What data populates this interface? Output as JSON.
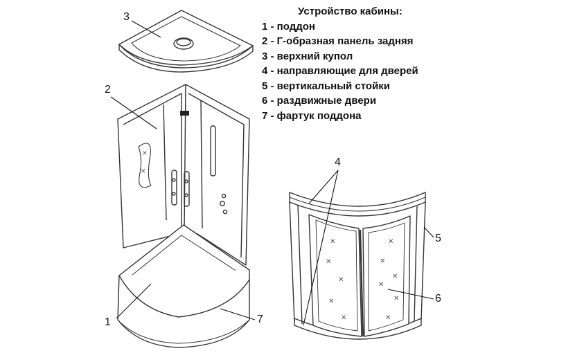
{
  "legend": {
    "title": "Устройство кабины:",
    "items": [
      "1 - поддон",
      "2 - Г-образная панель задняя",
      "3 - верхний купол",
      "4 - направляющие для дверей",
      "5 - вертикальный стойки",
      "6 - раздвижные двери",
      "7 - фартук поддона"
    ]
  },
  "callouts": {
    "n1": "1",
    "n2": "2",
    "n3": "3",
    "n4": "4",
    "n5": "5",
    "n6": "6",
    "n7": "7"
  },
  "colors": {
    "stroke": "#333333",
    "fill": "#ffffff",
    "shade": "#d9d9d9"
  }
}
